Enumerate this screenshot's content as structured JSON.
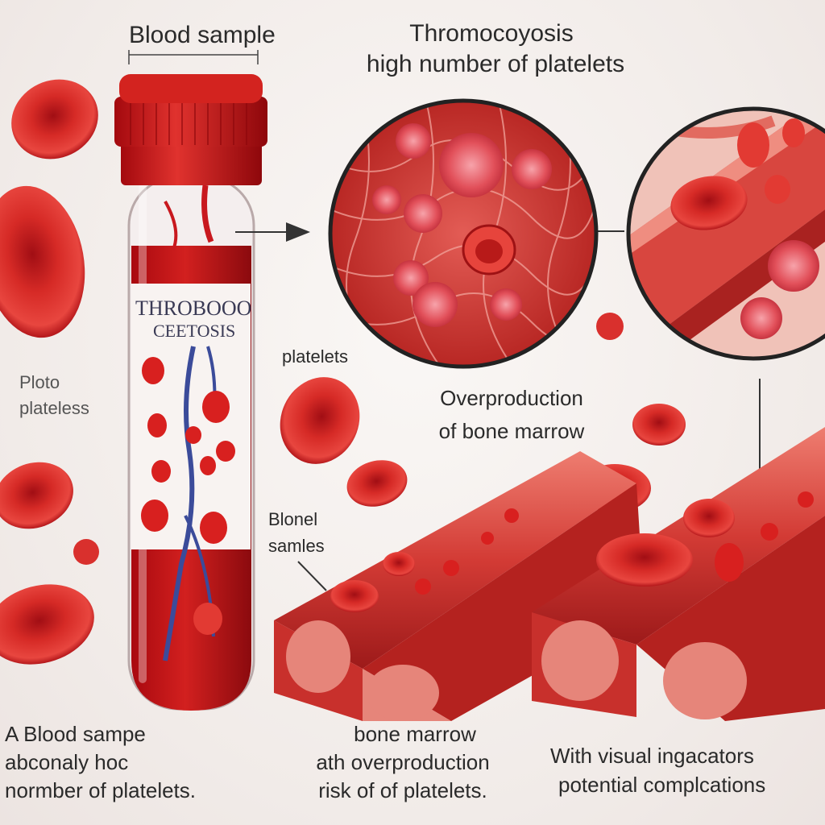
{
  "labels": {
    "blood_sample": "Blood sample",
    "title_line1": "Thromocoyosis",
    "title_line2": "high number of platelets",
    "tube_line1": "THROBOOO",
    "tube_line2": "CEETOSIS",
    "platelets": "platelets",
    "left_line1": "Ploto",
    "left_line2": "plateless",
    "overproduction_line1": "Overproduction",
    "overproduction_line2": "of bone marrow",
    "blonel_line1": "Blonel",
    "blonel_line2": "samles",
    "bottom_left_line1": "A Blood sampe",
    "bottom_left_line2": "abconaly hoc",
    "bottom_left_line3": "normber of platelets.",
    "bottom_mid_line1": "bone marrow",
    "bottom_mid_line2": "ath overproduction",
    "bottom_mid_line3": "risk of of platelets.",
    "bottom_right_line1": "With visual ingacators",
    "bottom_right_line2": "potential complcations"
  },
  "colors": {
    "blood": "#c8181e",
    "blood_dark": "#8e0c10",
    "cell": "#e0302c",
    "platelet": "#ef6f76",
    "vessel": "#d9453e",
    "vein": "#3b4b9a"
  }
}
